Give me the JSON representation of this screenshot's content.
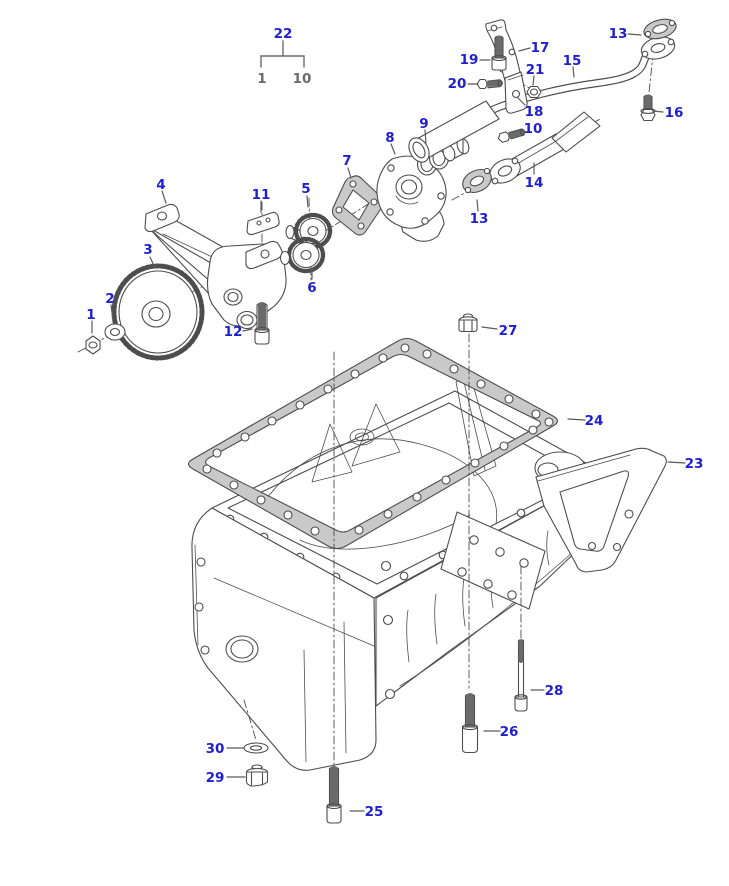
{
  "legend": {
    "group": "22",
    "start": "1",
    "end": "10"
  },
  "callouts": {
    "c1": "1",
    "c2": "2",
    "c3": "3",
    "c4": "4",
    "c5": "5",
    "c6": "6",
    "c7": "7",
    "c8": "8",
    "c9": "9",
    "c10": "10",
    "c11": "11",
    "c12": "12",
    "c13a": "13",
    "c13b": "13",
    "c14": "14",
    "c15": "15",
    "c16": "16",
    "c17": "17",
    "c18": "18",
    "c19": "19",
    "c20": "20",
    "c21": "21",
    "c23": "23",
    "c24": "24",
    "c25": "25",
    "c26": "26",
    "c27": "27",
    "c28": "28",
    "c29": "29",
    "c30": "30"
  },
  "colors": {
    "callout_blue": "#1f1fce",
    "legend_gray": "#6b6b6b",
    "line_gray": "#4d4d4d",
    "gasket_fill": "#c9c9c9",
    "background": "#ffffff"
  }
}
